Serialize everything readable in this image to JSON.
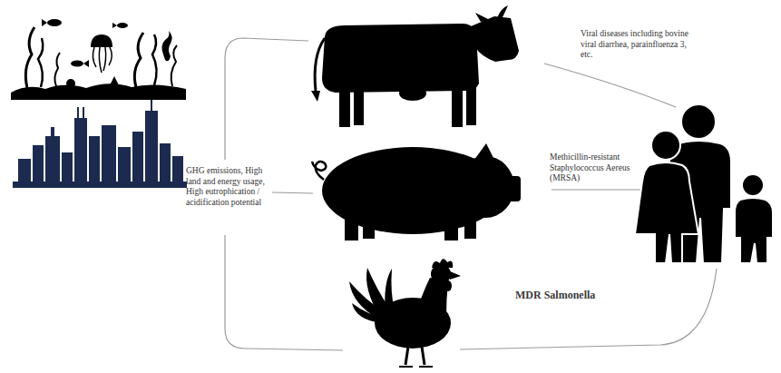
{
  "diagram": {
    "labels": [
      "GHG emissions, High land and energy usage, High eutrophication / acidification potential",
      "Viral diseases including bovine viral diarrhea, parainfluenza 3, etc.",
      "Methicillin-resistant Staphylococcus Aereus (MRSA)",
      "MDR Salmonella"
    ]
  }
}
